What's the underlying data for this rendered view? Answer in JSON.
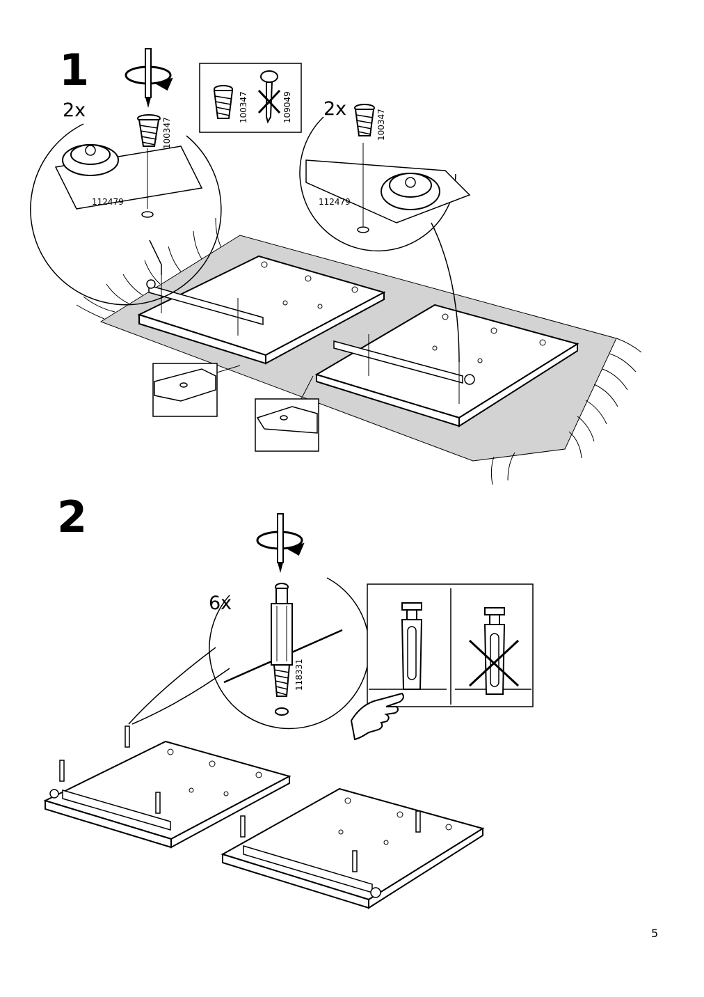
{
  "step1": {
    "number": "1",
    "left_callout": {
      "quantity": "2x",
      "screw_part": "100347",
      "caster_part": "112479"
    },
    "right_callout": {
      "quantity": "2x",
      "screw_part": "100347",
      "caster_part": "112479"
    },
    "screw_legend": {
      "correct_part": "100347",
      "wrong_part": "109049"
    }
  },
  "step2": {
    "number": "2",
    "callout": {
      "quantity": "6x",
      "dowel_part": "118331"
    }
  },
  "page_number": "5"
}
